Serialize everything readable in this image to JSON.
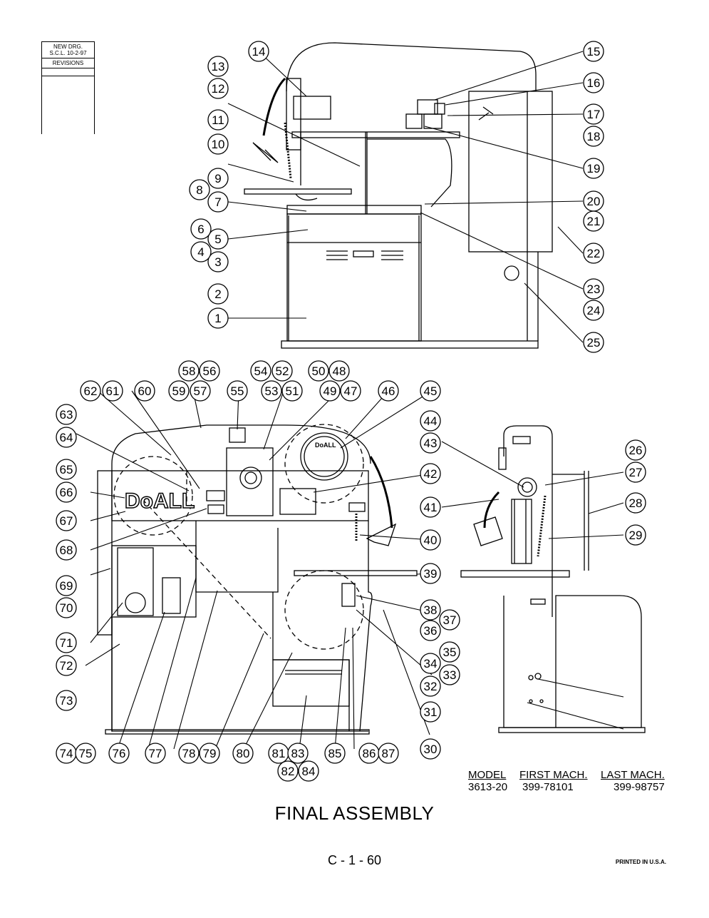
{
  "revision_block": {
    "line1": "NEW DRG.",
    "line2": "S.C.L.  10-2-97",
    "revisions_label": "REVISIONS"
  },
  "brand_labels": {
    "big": "DoALL",
    "small": "DoALL"
  },
  "callouts": [
    "1",
    "2",
    "3",
    "4",
    "5",
    "6",
    "7",
    "8",
    "9",
    "10",
    "11",
    "12",
    "13",
    "14",
    "15",
    "16",
    "17",
    "18",
    "19",
    "20",
    "21",
    "22",
    "23",
    "24",
    "25",
    "26",
    "27",
    "28",
    "29",
    "30",
    "31",
    "32",
    "33",
    "34",
    "35",
    "36",
    "37",
    "38",
    "39",
    "40",
    "41",
    "42",
    "43",
    "44",
    "45",
    "46",
    "47",
    "48",
    "49",
    "50",
    "51",
    "52",
    "53",
    "54",
    "55",
    "56",
    "57",
    "58",
    "59",
    "60",
    "61",
    "62",
    "63",
    "64",
    "65",
    "66",
    "67",
    "68",
    "69",
    "70",
    "71",
    "72",
    "73",
    "74",
    "75",
    "76",
    "77",
    "78",
    "79",
    "80",
    "81",
    "82",
    "83",
    "84",
    "85",
    "86",
    "87"
  ],
  "model_table": {
    "headers": [
      "MODEL",
      "FIRST MACH.",
      "LAST MACH."
    ],
    "values": [
      "3613-20",
      "399-78101",
      "399-98757"
    ]
  },
  "title": "FINAL ASSEMBLY",
  "page_number": "C - 1 - 60",
  "printed": "PRINTED IN U.S.A."
}
